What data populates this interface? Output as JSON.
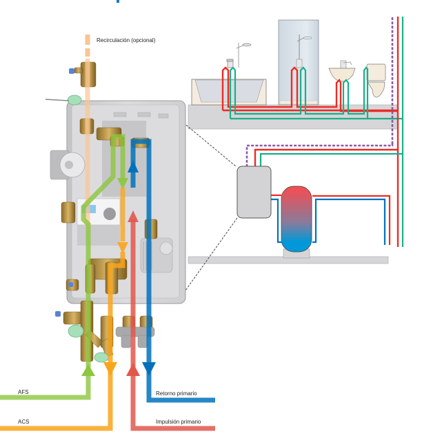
{
  "labels": {
    "recirculacion": "Recirculación (opcional)",
    "afs": "AFS",
    "acs": "ACS",
    "retorno": "Retorno primario",
    "impulsion": "Impulsión primario"
  },
  "colors": {
    "afs_green": "#8dc63f",
    "acs_orange": "#f9a51b",
    "impulsion_red": "#e2574c",
    "retorno_blue": "#0072bc",
    "recirc_peach": "#fbc493",
    "hot_red": "#ee2a24",
    "cold_teal": "#16b08c",
    "recirc_purple": "#8e57a5",
    "tank_top": "#ef4f55",
    "tank_bottom": "#0098d8",
    "floor_grey": "#d6d6d8",
    "unit_grey": "#d3d3d5"
  },
  "fixtures": [
    "bathtub",
    "shower",
    "washbasin",
    "toilet"
  ]
}
